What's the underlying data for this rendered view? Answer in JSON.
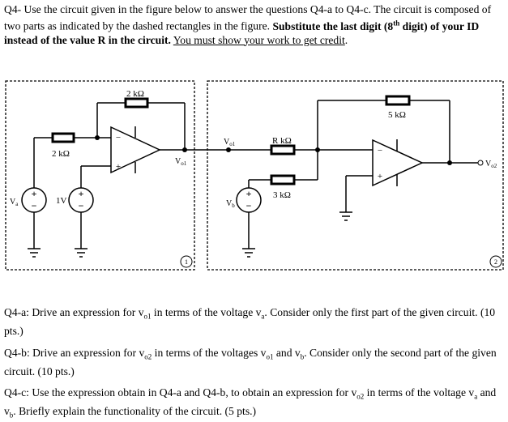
{
  "intro": {
    "part1": "Q4- Use the circuit given in the figure below to answer the questions Q4-a to Q4-c. The circuit is composed of two parts as indicated by the dashed rectangles in the figure. ",
    "bold_a": "Substitute the last digit (8",
    "bold_sup": "th",
    "bold_b": " digit) of your ID instead of the value R in the circuit.",
    "space": " ",
    "underlined": "You must show your work to get credit",
    "period": "."
  },
  "circuit": {
    "r_feedback_1": "2 kΩ",
    "r_input_1": "2 kΩ",
    "r_feedback_2": "5 kΩ",
    "r_input_r": "R kΩ",
    "r_input_3k": "3 kΩ",
    "vol_out": "V",
    "vol_out_sub": "o1",
    "vol_in": "V",
    "vol_in_sub": "o1",
    "vo2": "V",
    "vo2_sub": "o2",
    "va": "V",
    "va_sub": "a",
    "vb": "V",
    "vb_sub": "b",
    "src_1v": "1V",
    "part1_number": "1",
    "part2_number": "2",
    "minus": "−",
    "plus": "+"
  },
  "questions": {
    "q4a": {
      "t1": "Q4-a: Drive an expression for v",
      "s1": "o1",
      "t2": " in terms of the voltage v",
      "s2": "a",
      "t3": ". Consider only the first part of the given circuit. (10 pts.)"
    },
    "q4b": {
      "t1": "Q4-b: Drive an expression for v",
      "s1": "o2",
      "t2": " in terms of the voltages v",
      "s2": "o1",
      "t3": " and v",
      "s3": "b",
      "t4": ". Consider only the second part of the given circuit. (10 pts.)"
    },
    "q4c": {
      "t1": "Q4-c: Use the expression obtain in Q4-a and Q4-b, to obtain an expression for v",
      "s1": "o2",
      "t2": " in terms of the voltage v",
      "s2": "a",
      "t3": " and v",
      "s3": "b",
      "t4": ". Briefly explain the functionality of the circuit. (5 pts.)"
    }
  }
}
